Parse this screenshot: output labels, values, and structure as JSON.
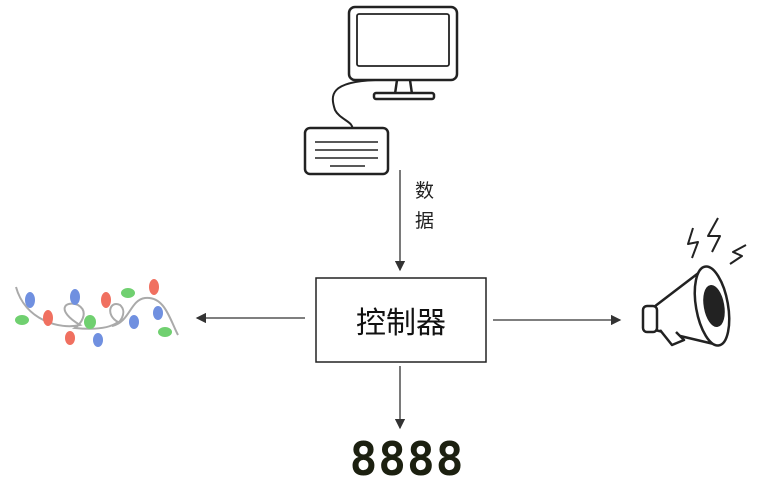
{
  "diagram": {
    "data_label": "数据",
    "controller_label": "控制器",
    "display_digits": "8888",
    "colors": {
      "line": "#333333",
      "display": "#1c2010",
      "light_red": "#f07060",
      "light_green": "#70d070",
      "light_blue": "#7090e0"
    }
  }
}
